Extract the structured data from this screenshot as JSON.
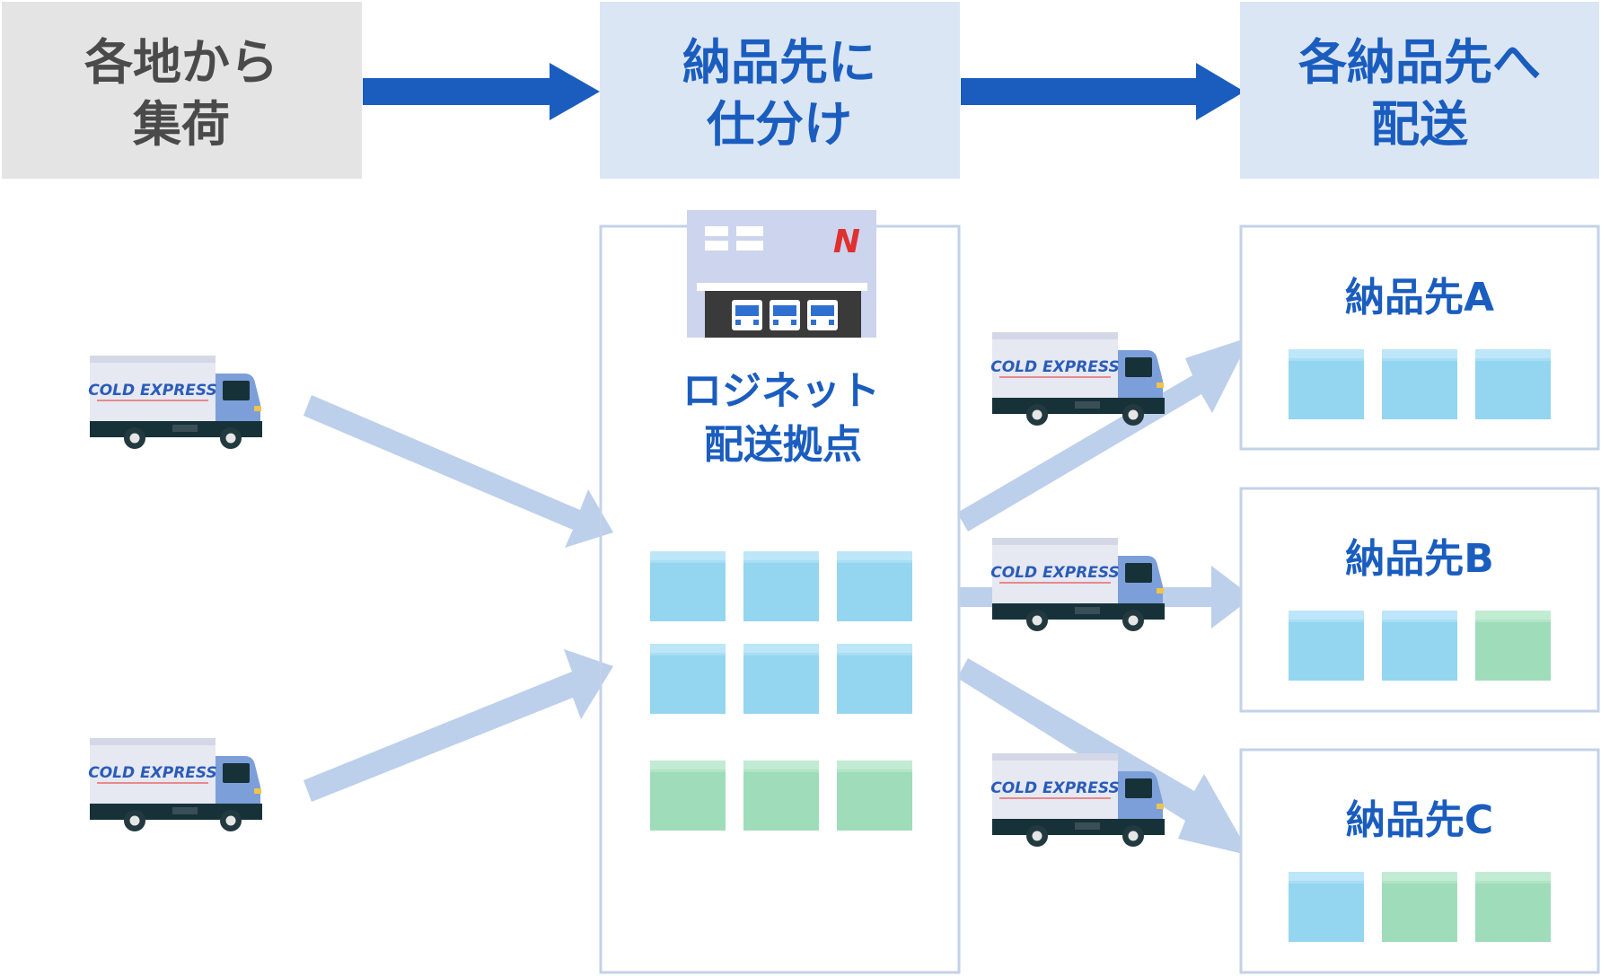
{
  "steps": {
    "collect": {
      "line1": "各地から",
      "line2": "集荷"
    },
    "sort": {
      "line1": "納品先に",
      "line2": "仕分け"
    },
    "deliver": {
      "line1": "各納品先へ",
      "line2": "配送"
    }
  },
  "hub": {
    "line1": "ロジネット",
    "line2": "配送拠点",
    "logo": "N"
  },
  "truck_label": "COLD EXPRESS",
  "destinations": [
    {
      "label": "納品先A",
      "boxes": [
        "blue",
        "blue",
        "blue"
      ]
    },
    {
      "label": "納品先B",
      "boxes": [
        "blue",
        "blue",
        "green"
      ]
    },
    {
      "label": "納品先C",
      "boxes": [
        "blue",
        "green",
        "green"
      ]
    }
  ],
  "hub_boxes": [
    [
      "blue",
      "blue",
      "blue"
    ],
    [
      "blue",
      "blue",
      "blue"
    ],
    [
      "green",
      "green",
      "green"
    ]
  ],
  "colors": {
    "primary_blue": "#1a5dbf",
    "step_gray_bg": "#e4e4e4",
    "step_gray_text": "#4a4a4a",
    "step_blue_bg": "#dbe6f5",
    "flow_arrow": "#bccfeb",
    "box_blue": "#94d5f0",
    "box_green": "#9fdcb9",
    "frame": "#c3d2e8"
  }
}
